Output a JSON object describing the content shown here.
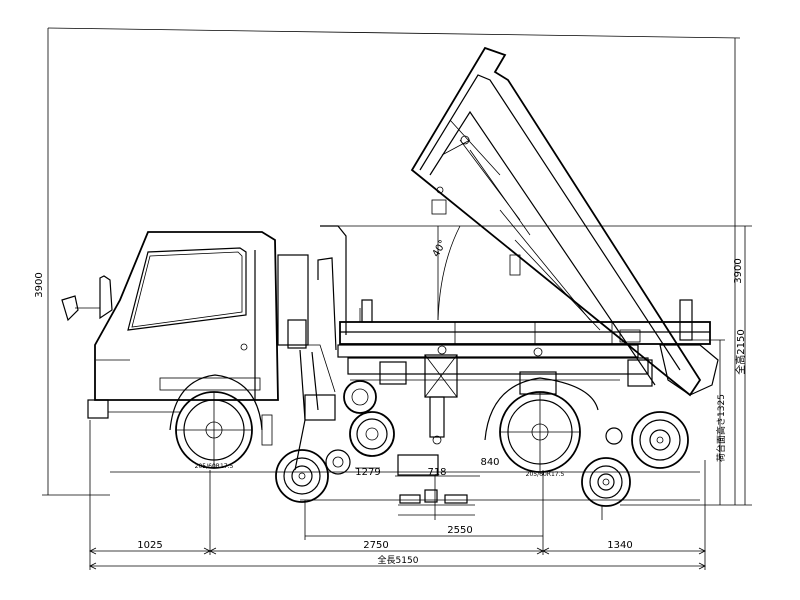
{
  "drawing": {
    "labels": {
      "height_left": "3900",
      "height_right": "3900",
      "height_total": "全高2150",
      "bed_height": "荷台面高さ1325",
      "angle": "40°",
      "tire_front": "205/60R17.5",
      "tire_rear": "205/60R17.5",
      "dim_1279": "1279",
      "dim_718": "718",
      "dim_840": "840",
      "dim_front_overhang": "1025",
      "dim_wheelbase": "2750",
      "dim_2550": "2550",
      "dim_rear_overhang": "1340",
      "dim_overall_length": "全長5150"
    }
  }
}
